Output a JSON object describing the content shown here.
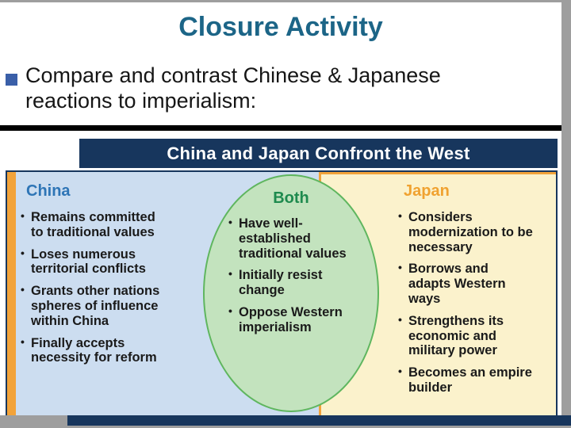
{
  "slide": {
    "title": "Closure Activity",
    "bullet": "Compare and contrast Chinese & Japanese reactions to imperialism:"
  },
  "graphic": {
    "header": "China and Japan Confront the West",
    "columns": [
      {
        "label": "China",
        "items": [
          "Remains committed to traditional values",
          "Loses numerous territorial conflicts",
          "Grants other nations spheres of influence within China",
          "Finally accepts necessity for reform"
        ]
      },
      {
        "label": "Both",
        "items": [
          "Have well-established traditional values",
          "Initially resist change",
          "Oppose Western imperialism"
        ]
      },
      {
        "label": "Japan",
        "items": [
          "Considers modernization to be necessary",
          "Borrows and adapts Western ways",
          "Strengthens its economic and military power",
          "Becomes an empire builder"
        ]
      }
    ],
    "colors": {
      "title_color": "#1c6587",
      "bullet_color": "#3a5fa8",
      "header_bg": "#17365d",
      "china_label": "#2e75b6",
      "both_label": "#1e8a4e",
      "japan_label": "#f0a230",
      "china_bg": "#ccddf0",
      "japan_bg": "#fbf2cc",
      "ellipse_fill": "#c3e3be",
      "ellipse_border": "#5fb65f",
      "accent_orange": "#f2a33a"
    }
  }
}
